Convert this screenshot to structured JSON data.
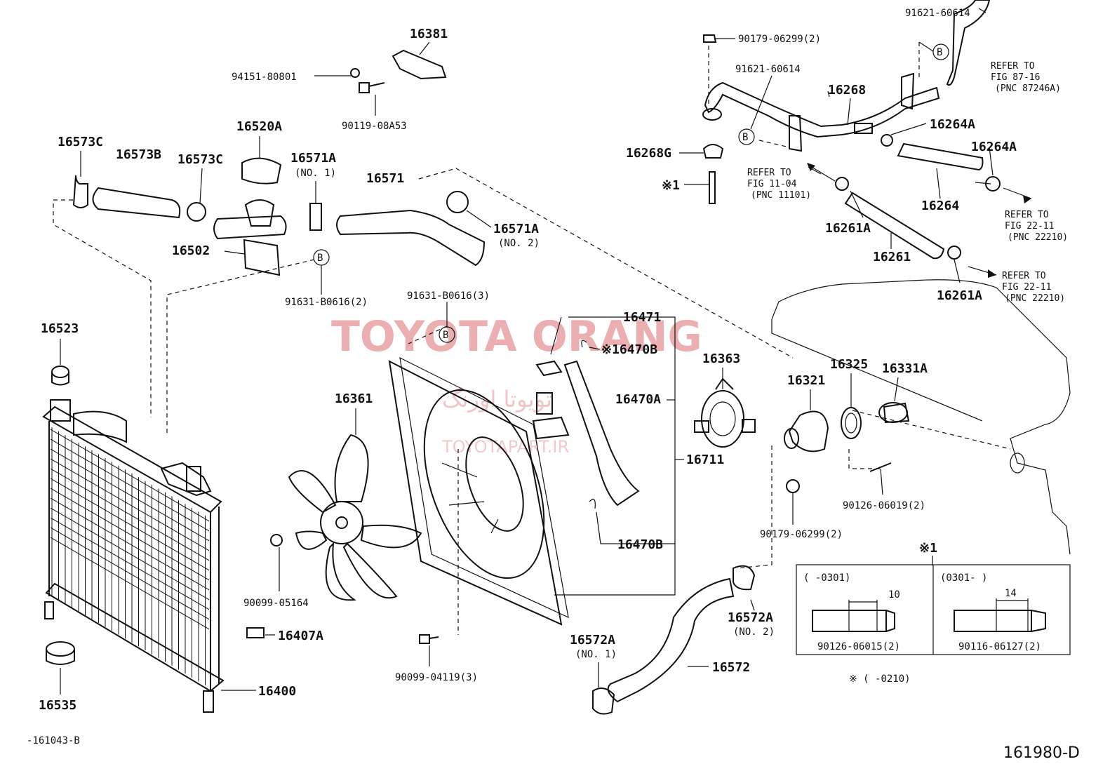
{
  "watermark": {
    "title": "TOYOTA ORANG",
    "persian": "تویوتا اورنگ",
    "url": "TOYOTAPART.IR",
    "color": "#e8a0a4"
  },
  "labels": {
    "p16381": "16381",
    "p94151": "94151-80801",
    "p90119": "90119-08A53",
    "p16520A": "16520A",
    "p16573C_1": "16573C",
    "p16573B": "16573B",
    "p16573C_2": "16573C",
    "p16571A_1": "16571A",
    "p16571A_1_note": "(NO. 1)",
    "p16571": "16571",
    "p16571A_2": "16571A",
    "p16571A_2_note": "(NO. 2)",
    "p16502": "16502",
    "p91631_2": "91631-B0616(2)",
    "p91631_3": "91631-B0616(3)",
    "p16523": "16523",
    "p16361": "16361",
    "p16471": "16471",
    "p16470B_1": "※16470B",
    "p16470A": "16470A",
    "p16711": "16711",
    "p16470B_2": "16470B",
    "p90099_05164": "90099-05164",
    "p16407A": "16407A",
    "p90099_04119": "90099-04119(3)",
    "p16400": "16400",
    "p16535": "16535",
    "p16363": "16363",
    "p16321": "16321",
    "p16325": "16325",
    "p16331A": "16331A",
    "p90179_top": "90179-06299(2)",
    "p91621_top": "91621-60614",
    "p91621_mid": "91621-60614",
    "p16268": "16268",
    "p16264A_1": "16264A",
    "p16264A_2": "16264A",
    "p16268G": "16268G",
    "p_x1": "※1",
    "p16264": "16264",
    "p16261A_1": "16261A",
    "p16261": "16261",
    "p16261A_2": "16261A",
    "p90126_06019": "90126-06019(2)",
    "p90179_mid": "90179-06299(2)",
    "p16572A_2": "16572A",
    "p16572A_2_note": "(NO. 2)",
    "p16572A_1": "16572A",
    "p16572A_1_note": "(NO. 1)",
    "p16572": "16572",
    "b_1": "B",
    "b_2": "B",
    "b_3": "B",
    "b_4": "B"
  },
  "refers": {
    "r1": [
      "REFER TO",
      "FIG 87-16",
      "(PNC 87246A)"
    ],
    "r2": [
      "REFER TO",
      "FIG 11-04",
      "(PNC 11101)"
    ],
    "r3": [
      "REFER TO",
      "FIG 22-11",
      "(PNC 22210)"
    ],
    "r4": [
      "REFER TO",
      "FIG 22-11",
      "(PNC 22210)"
    ]
  },
  "inset": {
    "marker": "※1",
    "left_range": "(    -0301)",
    "right_range": "(0301-    )",
    "left_dim": "10",
    "right_dim": "14",
    "left_part": "90126-06015(2)",
    "right_part": "90116-06127(2)"
  },
  "footnote": "※ (     -0210)",
  "code_left": "-161043-B",
  "code_right": "161980-D"
}
